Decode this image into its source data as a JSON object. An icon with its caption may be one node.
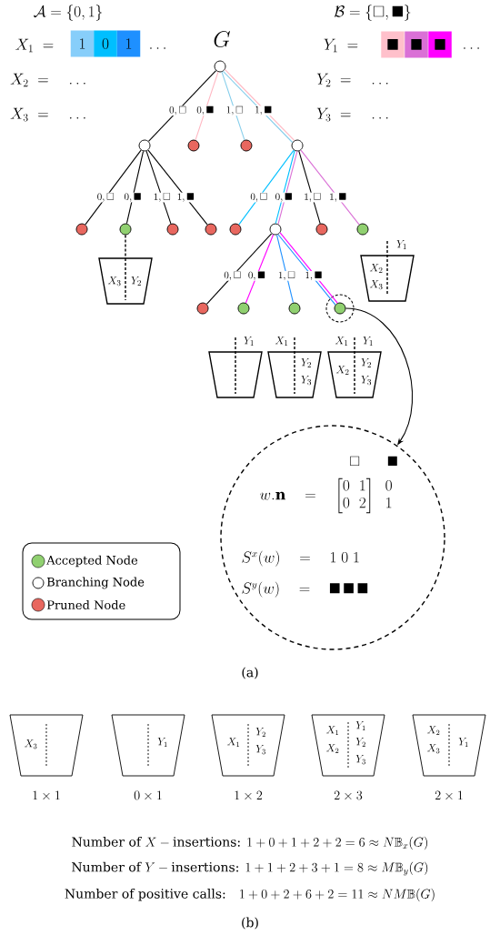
{
  "diagram": {
    "nodes": [
      {
        "text": [
          "1"
        ]
      },
      {
        "text": [
          "0"
        ]
      },
      {
        "text": [
          "1"
        ]
      },
      {
        "text": [
          "\\blacksquare"
        ]
      },
      {
        "text": [
          "\\blacksquare"
        ]
      },
      {
        "text": [
          "\\blacksquare"
        ]
      },
      {
        "text": [],
        "shape": "circle",
        "beside": [
          "G"
        ]
      },
      {
        "text": [],
        "shape": "circle"
      },
      {
        "text": [],
        "shape": "circle"
      },
      {
        "text": [],
        "shape": "circle"
      },
      {
        "text": [],
        "shape": "circle"
      },
      {
        "text": [],
        "shape": "circle"
      },
      {
        "text": [],
        "shape": "circle"
      },
      {
        "text": [],
        "shape": "circle"
      },
      {
        "text": [],
        "shape": "circle"
      },
      {
        "text": [],
        "shape": "circle"
      },
      {
        "text": [],
        "shape": "circle"
      },
      {
        "text": [],
        "shape": "circle"
      },
      {
        "text": [],
        "shape": "circle"
      },
      {
        "text": [
          "X_3",
          "Y_2"
        ]
      },
      {
        "text": [
          "Y_1",
          "X_2",
          "X_3"
        ]
      },
      {
        "text": [],
        "shape": "circle"
      },
      {
        "text": [],
        "shape": "circle"
      },
      {
        "text": [],
        "shape": "circle"
      },
      {
        "text": [],
        "shape": "circle"
      },
      {
        "text": [
          "Y_1"
        ]
      },
      {
        "text": [
          "X_1",
          "Y_2",
          "Y_3"
        ]
      },
      {
        "text": [
          "X_1",
          "Y_1",
          "X_2",
          "Y_2",
          "Y_3"
        ]
      },
      {
        "text": [
          "\\square\\qquad\\blacksquare",
          "w.\\mathbf{n}\\quad=\\quad\\begin{bmatrix}0&1\\\\0&2\\end{bmatrix}\\;\\;\\begin{matrix}0\\\\1\\end{matrix}",
          "S^x(w)\\quad=\\quad 1\\;0\\;1",
          "S^y(w)\\quad=\\quad \\blacksquare\\,\\blacksquare\\,\\blacksquare"
        ]
      },
      {
        "text": [
          "X_3"
        ],
        "beside": [
          "1\\times 1"
        ]
      },
      {
        "text": [
          "Y_1"
        ],
        "beside": [
          "0\\times 1"
        ]
      },
      {
        "text": [
          "X_1",
          "Y_2",
          "Y_3"
        ],
        "beside": [
          "1\\times 2"
        ]
      },
      {
        "text": [
          "X_1",
          "Y_1",
          "X_2",
          "Y_2",
          "Y_3"
        ],
        "beside": [
          "2\\times 3"
        ]
      },
      {
        "text": [
          "X_2",
          "Y_1",
          "X_3"
        ],
        "beside": [
          "2\\times 1"
        ]
      }
    ],
    "edges": [
      {
        "from": 6,
        "to": 7,
        "arrow": "none",
        "label": "0,\\square"
      },
      {
        "from": 6,
        "to": 8,
        "arrow": "none",
        "label": "0,\\blacksquare",
        "color": "#ffb6c1"
      },
      {
        "from": 6,
        "to": 9,
        "arrow": "none",
        "label": "1,\\square",
        "color": "#87ceeb"
      },
      {
        "from": 6,
        "to": 10,
        "arrow": "none",
        "label": "1,\\blacksquare",
        "color": "#ffb6c1"
      },
      {
        "from": 6,
        "to": 10,
        "arrow": "none",
        "color": "#87ceeb"
      },
      {
        "from": 7,
        "to": 11,
        "arrow": "none",
        "label": "0,\\square"
      },
      {
        "from": 7,
        "to": 12,
        "arrow": "none",
        "label": "0,\\blacksquare"
      },
      {
        "from": 7,
        "to": 13,
        "arrow": "none",
        "label": "1,\\square"
      },
      {
        "from": 7,
        "to": 14,
        "arrow": "none",
        "label": "1,\\blacksquare"
      },
      {
        "from": 10,
        "to": 15,
        "arrow": "none",
        "label": "0,\\square",
        "color": "#00bfff"
      },
      {
        "from": 10,
        "to": 16,
        "arrow": "none",
        "label": "0,\\blacksquare",
        "color": "#da70d6"
      },
      {
        "from": 10,
        "to": 16,
        "arrow": "none",
        "color": "#00bfff"
      },
      {
        "from": 10,
        "to": 17,
        "arrow": "none",
        "label": "1,\\square"
      },
      {
        "from": 10,
        "to": 18,
        "arrow": "none",
        "label": "1,\\blacksquare",
        "color": "#da70d6"
      },
      {
        "from": 16,
        "to": 21,
        "arrow": "none",
        "label": "0,\\square"
      },
      {
        "from": 16,
        "to": 22,
        "arrow": "none",
        "label": "0,\\blacksquare",
        "color": "#ff00ff"
      },
      {
        "from": 16,
        "to": 23,
        "arrow": "none",
        "label": "1,\\square",
        "color": "#1e90ff"
      },
      {
        "from": 16,
        "to": 24,
        "arrow": "none",
        "label": "1,\\blacksquare",
        "color": "#ff00ff"
      },
      {
        "from": 16,
        "to": 24,
        "arrow": "none",
        "color": "#1e90ff"
      },
      {
        "from": 12,
        "to": 19,
        "arrow": "none",
        "style": "dashed"
      },
      {
        "from": 24,
        "to": 28,
        "arrow": "to"
      }
    ],
    "labels": [
      "\\mathcal{A} = \\{0,1\\}",
      "\\mathcal{B} = \\{\\square,\\blacksquare\\}",
      "X_1\\; =",
      "\\dots",
      "Y_1\\; =",
      "\\dots",
      "X_2\\; =\\quad\\dots",
      "Y_2\\; =\\quad\\dots",
      "X_3\\; =\\quad\\dots",
      "Y_3\\; =\\quad\\dots",
      "(a)",
      "\\text{Number of }X-\\text{insertions: }1+0+1+2+2=6\\approx N\\mathbb{B}_x(G)",
      "\\text{Number of }Y-\\text{insertions: }1+1+2+3+1=8\\approx M\\mathbb{B}_y(G)",
      "\\text{Number of positive calls:}\\quad 1+0+2+6+2=11\\approx NM\\mathbb{B}(G)",
      "(b)"
    ],
    "legend": [
      {
        "text": "Accepted Node",
        "color": "#90d070"
      },
      {
        "text": "Branching Node"
      },
      {
        "text": "Pruned Node",
        "color": "#e8675f"
      }
    ]
  }
}
